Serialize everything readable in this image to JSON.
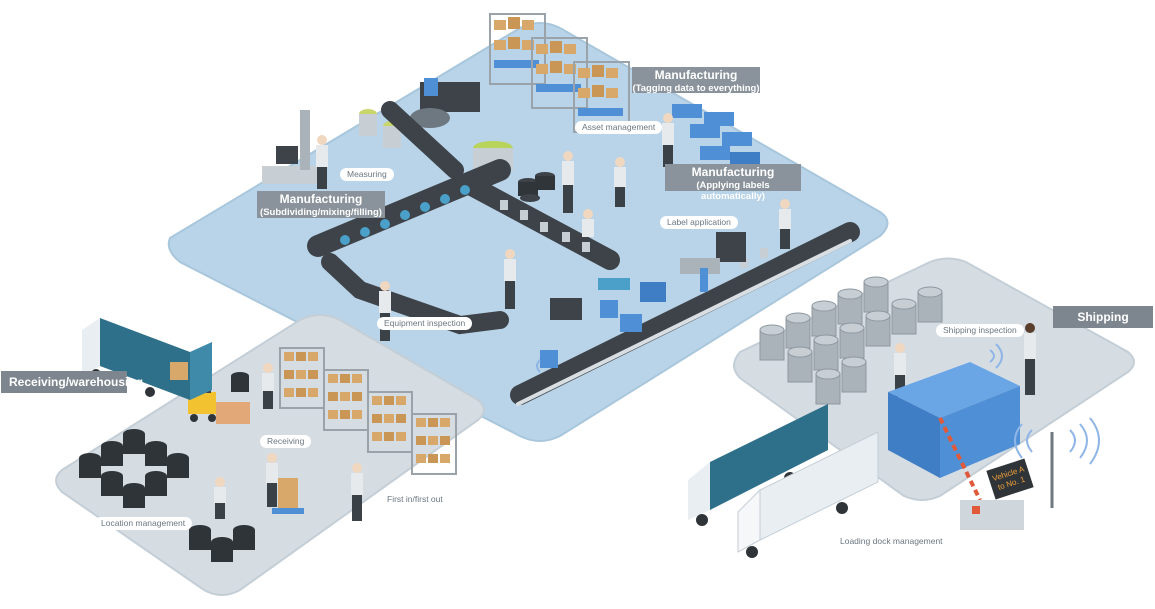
{
  "sections": {
    "manufacturing_tagging": {
      "title": "Manufacturing",
      "subtitle": "(Tagging data to everything)"
    },
    "manufacturing_labels": {
      "title": "Manufacturing",
      "subtitle": "(Applying labels automatically)"
    },
    "manufacturing_subdividing": {
      "title": "Manufacturing",
      "subtitle": "(Subdividing/mixing/filling)"
    },
    "receiving": {
      "title": "Receiving/warehousing"
    },
    "shipping": {
      "title": "Shipping"
    }
  },
  "labels": {
    "asset_management": "Asset management",
    "measuring": "Measuring",
    "label_application": "Label application",
    "equipment_inspection": "Equipment inspection",
    "shipping_inspection": "Shipping inspection",
    "receiving": "Receiving",
    "first_in_first_out": "First in/first out",
    "location_management": "Location management",
    "loading_dock_management": "Loading dock management"
  },
  "sign": {
    "line1": "Vehicle A",
    "line2": "to No. 1"
  },
  "colors": {
    "platform": "#b9d4e8",
    "platform_edge": "#9dbbd2",
    "conveyor": "#3d4349",
    "box_blue": "#4f8fd6",
    "cardboard": "#d8a86a",
    "tag_bg": "#8a939b"
  }
}
